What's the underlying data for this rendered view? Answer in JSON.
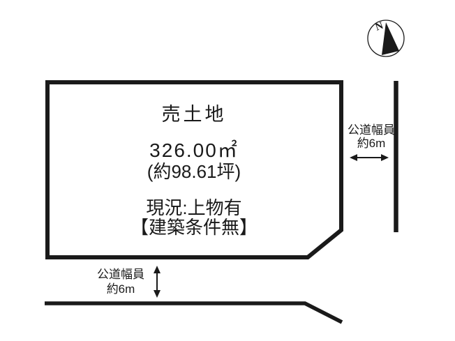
{
  "page": {
    "background_color": "#ffffff",
    "line_color": "#1a1a1a"
  },
  "plot": {
    "title": "売土地",
    "area_sqm": "326.00㎡",
    "area_tsubo": "(約98.61坪)",
    "status": "現況:上物有",
    "condition": "【建築条件無】"
  },
  "road_right": {
    "label": "公道幅員",
    "value": "約6m"
  },
  "road_bottom": {
    "label": "公道幅員",
    "value": "約6m"
  },
  "compass": {
    "north_label": "N"
  }
}
